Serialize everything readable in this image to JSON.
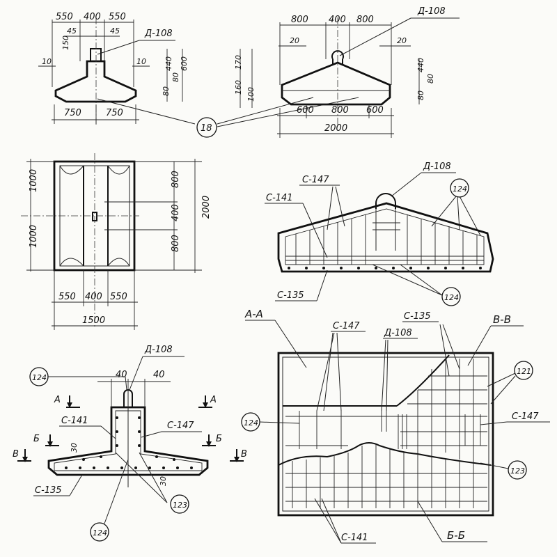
{
  "labels": {
    "loop": "Д-108",
    "mesh_135": "С-135",
    "mesh_141": "С-141",
    "mesh_147": "С-147",
    "pos_124": "124",
    "pos_123": "123",
    "pos_121": "121",
    "pos_18": "18",
    "section_aa": "А-А",
    "section_bb": "Б-Б",
    "section_vv": "В-В",
    "mark_a": "А",
    "mark_b": "Б",
    "mark_v": "В"
  },
  "dims": {
    "d550": "550",
    "d400": "400",
    "d45": "45",
    "d150": "150",
    "d10": "10",
    "d440": "440",
    "d600": "600",
    "d80": "80",
    "d750": "750",
    "d800": "800",
    "d20": "20",
    "d170": "170",
    "d160": "160",
    "d100": "100",
    "d2000": "2000",
    "d1000": "1000",
    "d1500": "1500",
    "d40": "40",
    "d30": "30"
  }
}
